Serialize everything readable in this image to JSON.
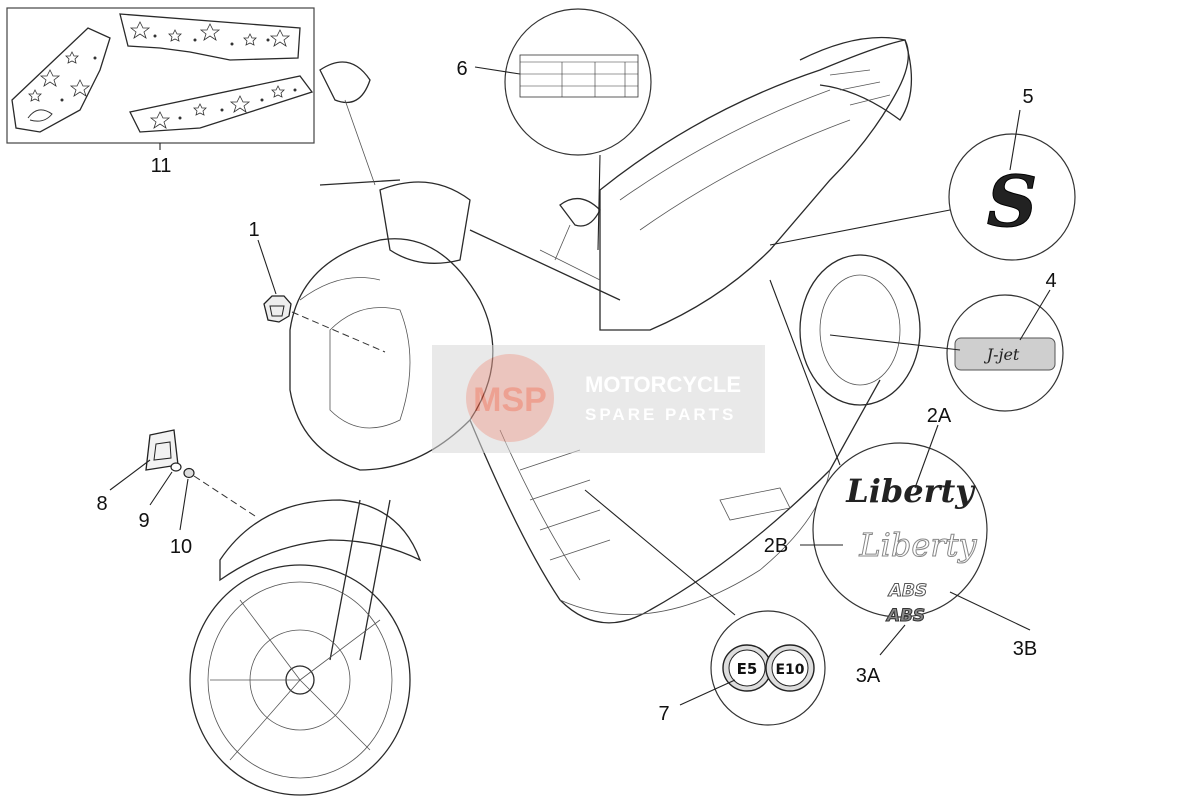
{
  "callouts": {
    "c1": "1",
    "c2a": "2A",
    "c2b": "2B",
    "c3a": "3A",
    "c3b": "3B",
    "c4": "4",
    "c5": "5",
    "c6": "6",
    "c7": "7",
    "c8": "8",
    "c9": "9",
    "c10": "10",
    "c11": "11"
  },
  "decals": {
    "liberty_a": "Liberty",
    "liberty_b": "Liberty",
    "abs_a": "ABS",
    "abs_b": "ABS",
    "s_logo": "S",
    "e5": "E5",
    "e10": "E10",
    "jet": "J-jet"
  },
  "watermark": {
    "logo": "MSP",
    "line1": "MOTORCYCLE",
    "line2": "SPARE PARTS"
  },
  "colors": {
    "line": "#2a2a2a",
    "watermark_red": "#e0553a",
    "watermark_gray": "#bfbfbf"
  }
}
